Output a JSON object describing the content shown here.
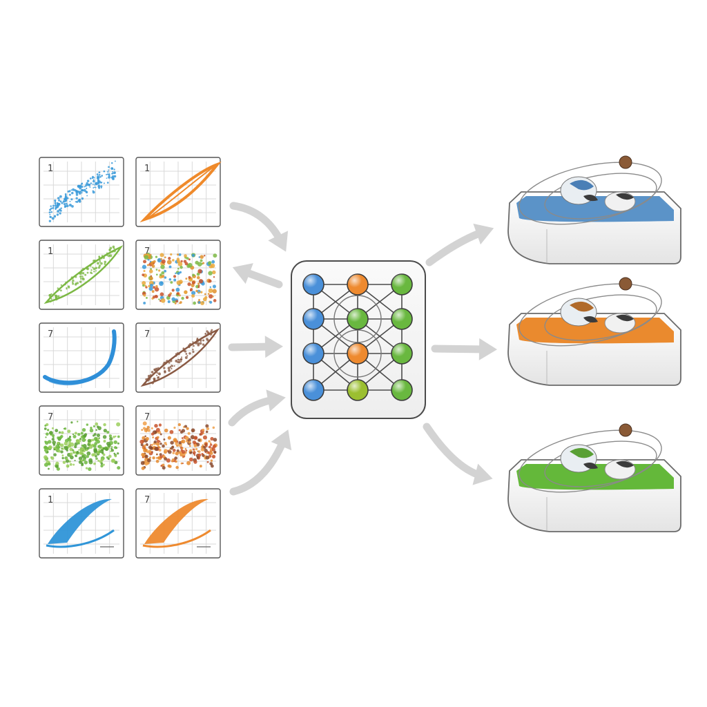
{
  "diagram": {
    "input_plots": [
      {
        "row": 0,
        "col": 0,
        "kind": "scatter-band",
        "color": "#3a9ad9",
        "label": "1"
      },
      {
        "row": 0,
        "col": 1,
        "kind": "loop",
        "color": "#ef8a2b",
        "label": "1"
      },
      {
        "row": 1,
        "col": 0,
        "kind": "loop-scatter",
        "color": "#7cb844",
        "label": "1"
      },
      {
        "row": 1,
        "col": 1,
        "kind": "multi-scatter",
        "color": "#e0902c",
        "label": "7"
      },
      {
        "row": 2,
        "col": 0,
        "kind": "curve",
        "color": "#2f8fd8",
        "label": "7"
      },
      {
        "row": 2,
        "col": 1,
        "kind": "loop-scatter",
        "color": "#8a5a44",
        "label": "7"
      },
      {
        "row": 3,
        "col": 0,
        "kind": "dense-scatter",
        "color": "#6fb840",
        "label": "7"
      },
      {
        "row": 3,
        "col": 1,
        "kind": "dense-scatter-multi",
        "color": "#e58a2e",
        "label": "7"
      },
      {
        "row": 4,
        "col": 0,
        "kind": "swoosh",
        "color": "#2f95d8",
        "label": "1"
      },
      {
        "row": 4,
        "col": 1,
        "kind": "swoosh",
        "color": "#ee8a2f",
        "label": "7"
      }
    ],
    "network": {
      "rows": [
        [
          "#4a90d9",
          "#ee8a2f",
          "#69b83f"
        ],
        [
          "#4a90d9",
          "#69b83f",
          "#69b83f"
        ],
        [
          "#4a90d9",
          "#ee8a2f",
          "#69b83f"
        ],
        [
          "#4a90d9",
          "#9bbf30",
          "#69b83f"
        ]
      ]
    },
    "outputs": [
      {
        "liquid_color": "#5b93c8",
        "figure_color": "#4a7fb6"
      },
      {
        "liquid_color": "#ea8a2e",
        "figure_color": "#b06a2a"
      },
      {
        "liquid_color": "#64b83a",
        "figure_color": "#5aa035"
      }
    ],
    "arrow_color": "#d3d3d3"
  }
}
